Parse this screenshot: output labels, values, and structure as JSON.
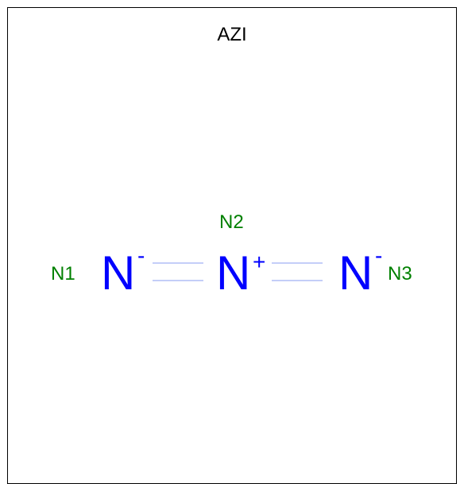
{
  "title": "AZI",
  "atoms": [
    {
      "symbol": "N",
      "charge": "-",
      "label": "N1"
    },
    {
      "symbol": "N",
      "charge": "+",
      "label": "N2"
    },
    {
      "symbol": "N",
      "charge": "-",
      "label": "N3"
    }
  ],
  "colors": {
    "atom": "#0000ff",
    "label": "#008000",
    "bond": "#8a9cf2",
    "title": "#000000",
    "frame": "#000000"
  }
}
